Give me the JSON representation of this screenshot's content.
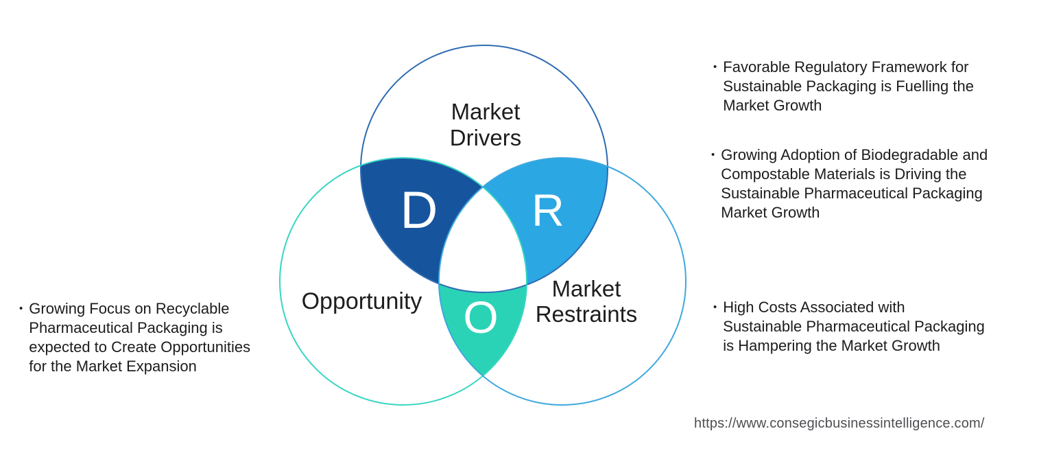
{
  "diagram": {
    "drivers": {
      "label": "Market\nDrivers",
      "letter": "D"
    },
    "restraints": {
      "label": "Market\nRestraints",
      "letter": "R"
    },
    "opportunity": {
      "label": "Opportunity",
      "letter": "O"
    }
  },
  "colors": {
    "drivers_fill": "#17549E",
    "restraints_fill": "#2BA7E3",
    "opportunity_fill": "#2AD3B6",
    "center_fill": "#FFFFFF",
    "drivers_stroke": "#2E6BB2",
    "restraints_stroke": "#3EA8DF",
    "opportunity_stroke": "#38D5C2",
    "text": "#1C1C1E",
    "url_gray": "#4E4E53"
  },
  "bullet_glyph": "•",
  "left_panel": {
    "bullets": [
      {
        "text": "Growing Focus on Recyclable Pharmaceutical Packaging is expected to Create Opportunities for the Market Expansion"
      }
    ]
  },
  "right_panel": {
    "bullets": [
      {
        "text": "Favorable Regulatory Framework for Sustainable Packaging is Fuelling the Market Growth"
      },
      {
        "text": "Growing Adoption of Biodegradable and Compostable Materials is Driving the Sustainable Pharmaceutical Packaging Market Growth"
      },
      {
        "text": "High Costs Associated with Sustainable Pharmaceutical Packaging is Hampering the Market Growth"
      }
    ]
  },
  "footer": {
    "url": "https://www.consegicbusinessintelligence.com/"
  }
}
